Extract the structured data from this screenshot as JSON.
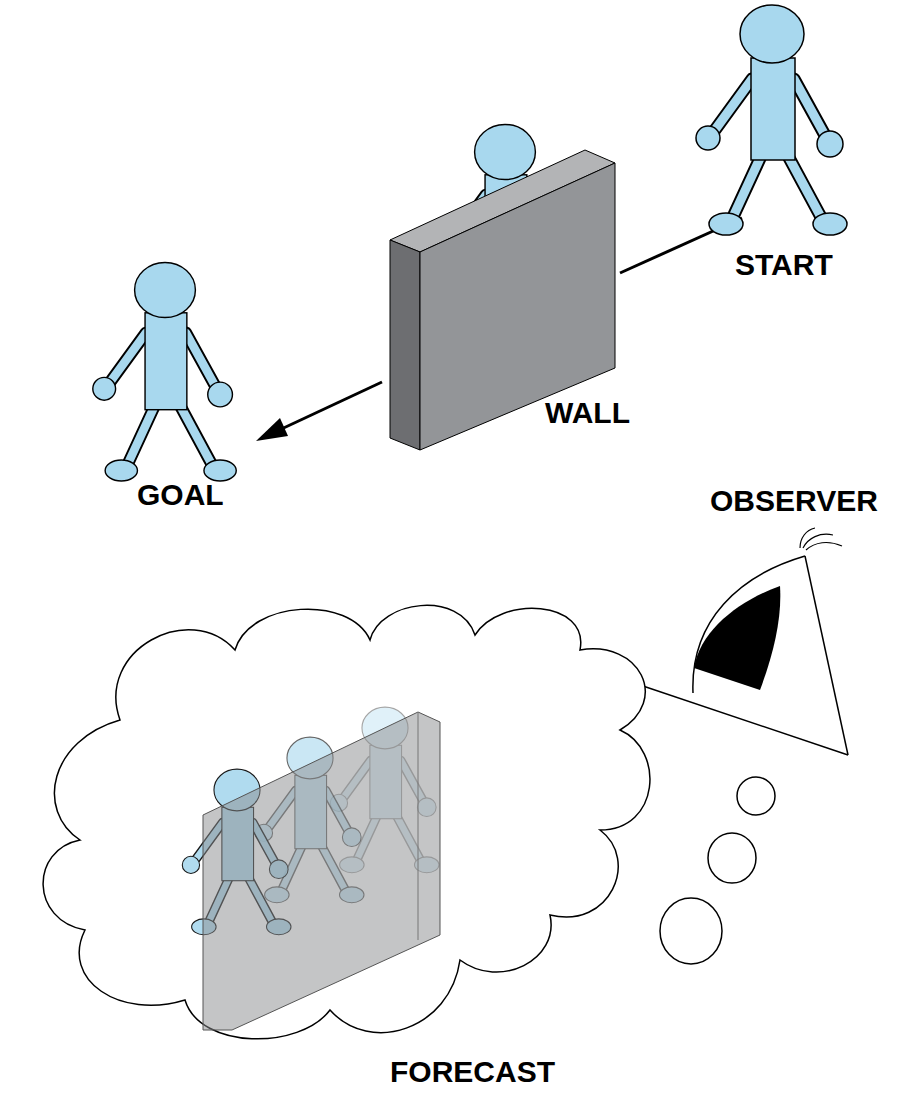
{
  "diagram": {
    "labels": [
      "START",
      "WALL",
      "GOAL",
      "OBSERVER",
      "FORECAST"
    ]
  }
}
